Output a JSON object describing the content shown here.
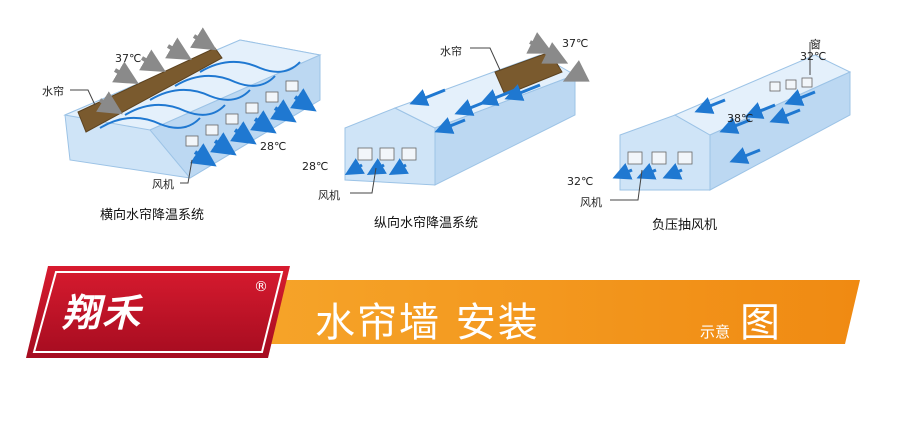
{
  "panels": [
    {
      "caption": "横向水帘降温系统",
      "labels": {
        "curtain": "水帘",
        "temp_in": "37℃",
        "temp_out": "28℃",
        "fan": "风机"
      }
    },
    {
      "caption": "纵向水帘降温系统",
      "labels": {
        "curtain": "水帘",
        "temp_in": "37℃",
        "temp_out": "28℃",
        "fan": "风机"
      }
    },
    {
      "caption": "负压抽风机",
      "labels": {
        "window": "窗",
        "temp_window": "32℃",
        "temp_inside": "38℃",
        "temp_out": "32℃",
        "fan": "风机"
      }
    }
  ],
  "banner": {
    "brand": "翔禾",
    "registered": "®",
    "title_main": "水帘墙 安装",
    "title_sub": "示意",
    "title_tail": "图"
  },
  "colors": {
    "banner_red": "#c8102e",
    "banner_orange": "#f39019",
    "building_blue": "#cfe4f7",
    "arrow_blue": "#1f78d1",
    "arrow_gray": "#8a8a8a",
    "curtain_brown": "#7a5a2e"
  }
}
